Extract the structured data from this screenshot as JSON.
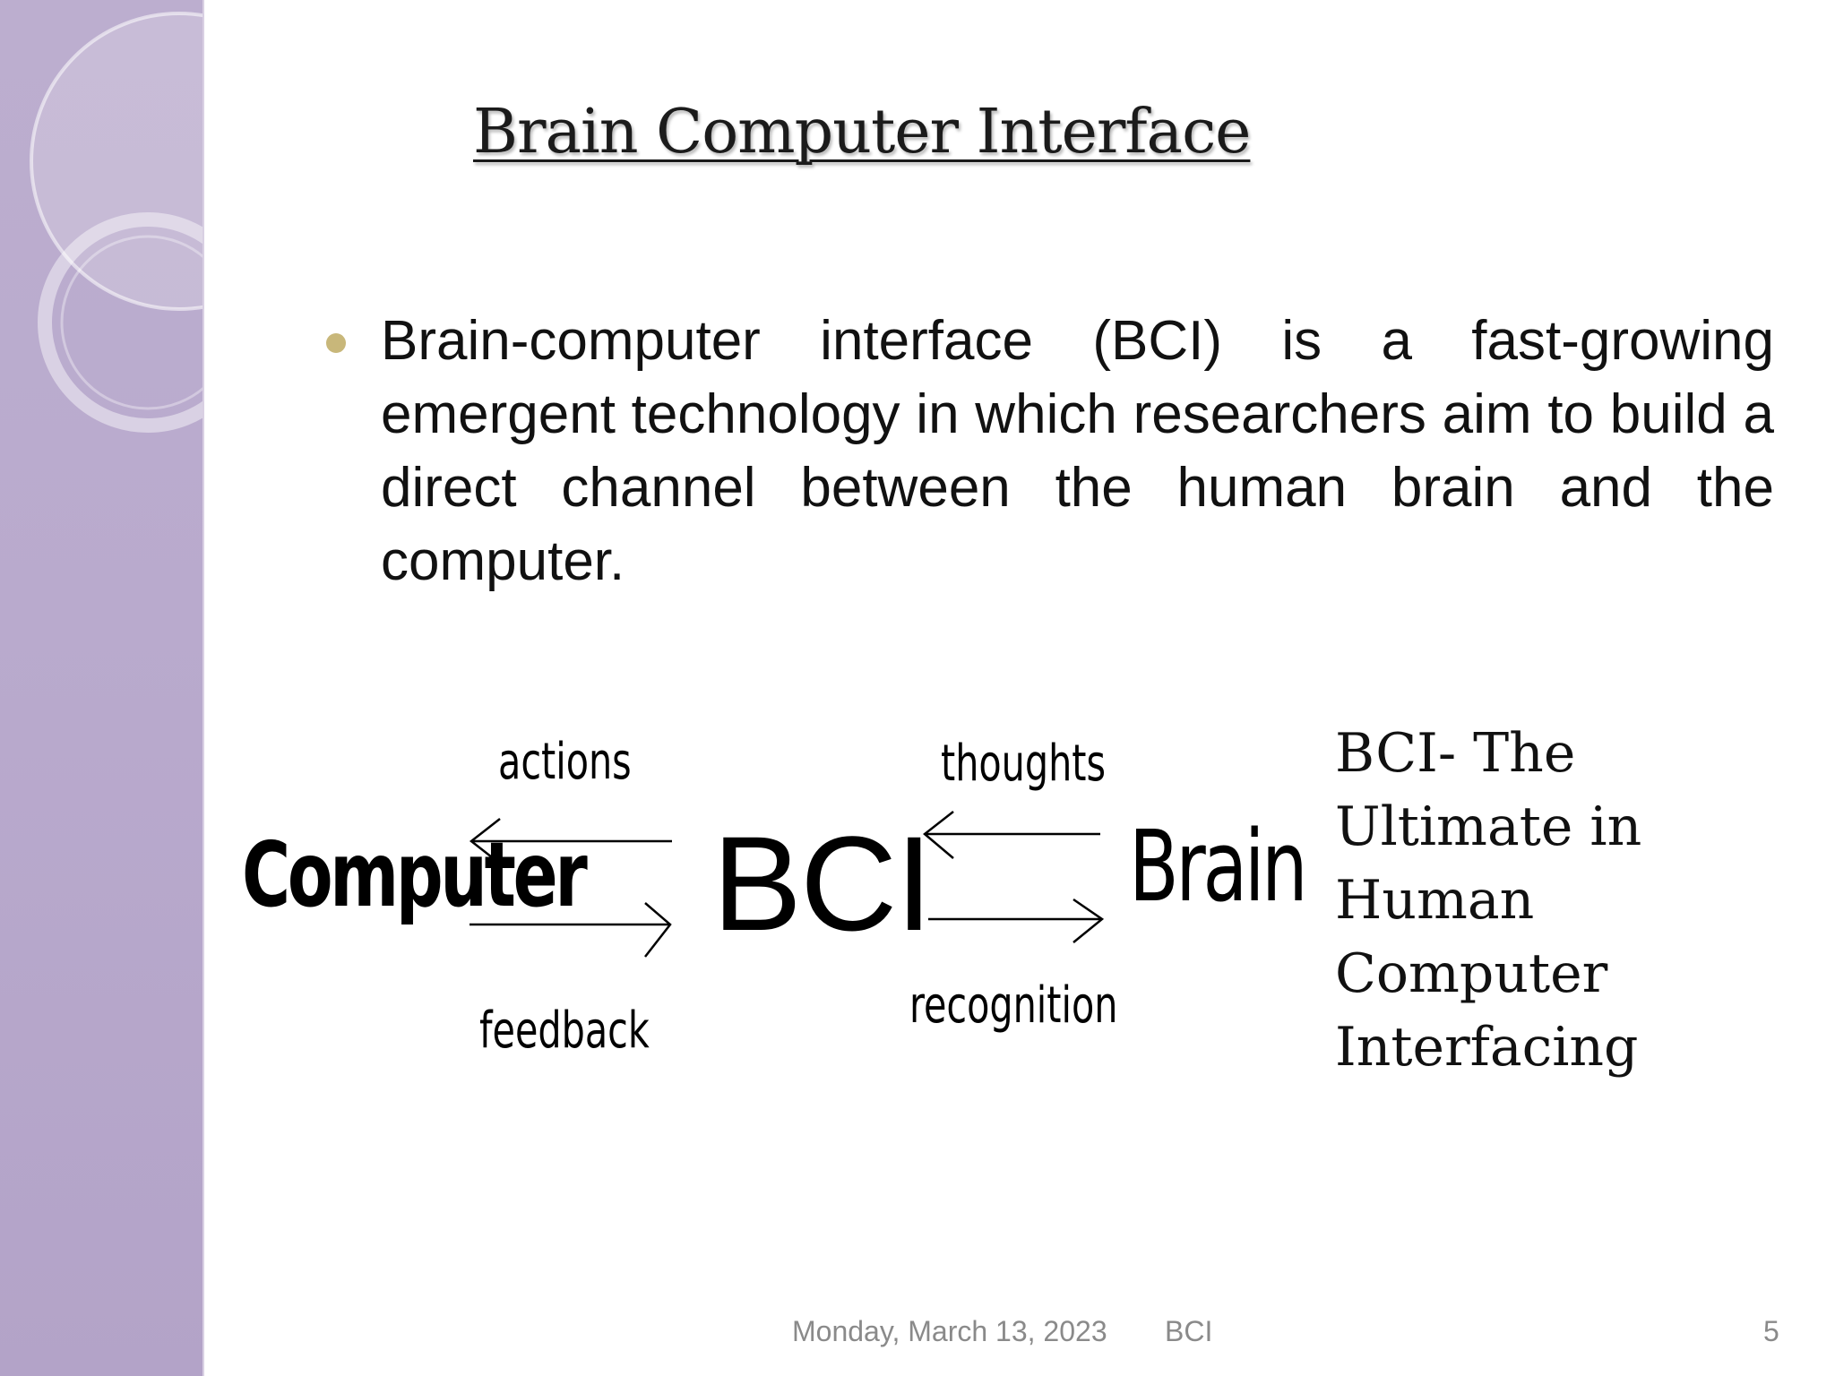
{
  "slide": {
    "title": "Brain Computer Interface",
    "bullet": "Brain-computer interface (BCI) is a fast-growing emergent technology in which researchers aim to build a direct channel between the human brain and the computer.",
    "diagram": {
      "left_node": "Computer",
      "center_node": "BCI",
      "right_node": "Brain",
      "top_left_label": "actions",
      "bottom_left_label": "feedback",
      "top_right_label": "thoughts",
      "bottom_right_label": "recognition"
    },
    "side_caption": {
      "line1": "BCI- The",
      "line2": "Ultimate in",
      "line3": "Human",
      "line4": "Computer",
      "line5": "Interfacing"
    }
  },
  "footer": {
    "date": "Monday, March 13, 2023",
    "label": "BCI",
    "page_number": "5"
  },
  "colors": {
    "side_band": "#b9aacd",
    "bullet": "#c8b77a",
    "footer_text": "#8a8a8a"
  }
}
